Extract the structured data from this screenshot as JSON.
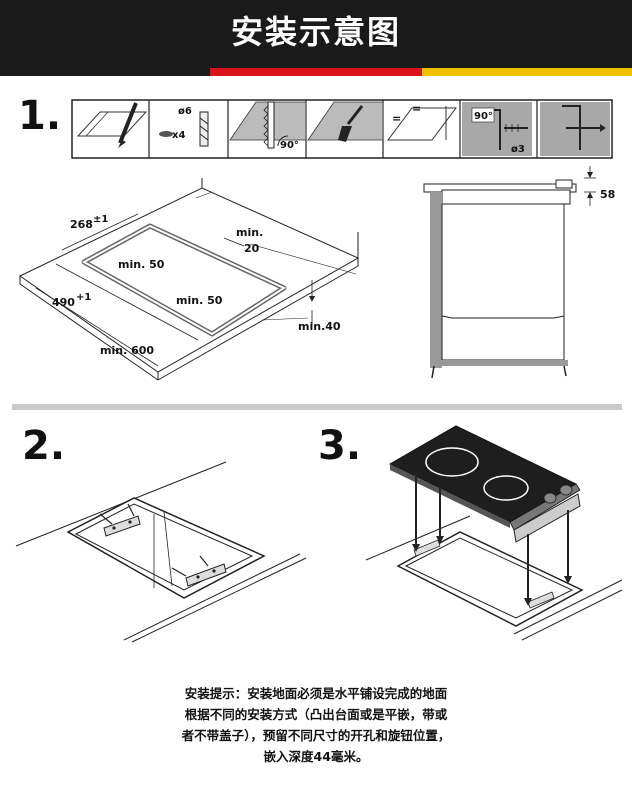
{
  "header": {
    "title": "安装示意图"
  },
  "steps": [
    {
      "number": "1."
    },
    {
      "number": "2."
    },
    {
      "number": "3."
    }
  ],
  "tools": {
    "drill_diameter": "ø6",
    "drill_count": "x4",
    "saw_angle": "90°",
    "bracket_angle": "90°",
    "screw_diameter": "ø3"
  },
  "dimensions": {
    "width_cutout": "268",
    "width_tolerance": "±1",
    "length_cutout": "490",
    "length_tolerance": "+1",
    "min_back": "min. 50",
    "min_side": "min. 50",
    "min_right": "min.",
    "min_right_value": "20",
    "min_depth": "min. 600",
    "min_thickness": "min.40",
    "cabinet_height": "58"
  },
  "notes": {
    "lines": [
      "安装提示：安装地面必须是水平铺设完成的地面",
      "根据不同的安装方式（凸出台面或是平嵌，带或",
      "者不带盖子），预留不同尺寸的开孔和旋钮位置，",
      "嵌入深度44毫米。"
    ]
  }
}
